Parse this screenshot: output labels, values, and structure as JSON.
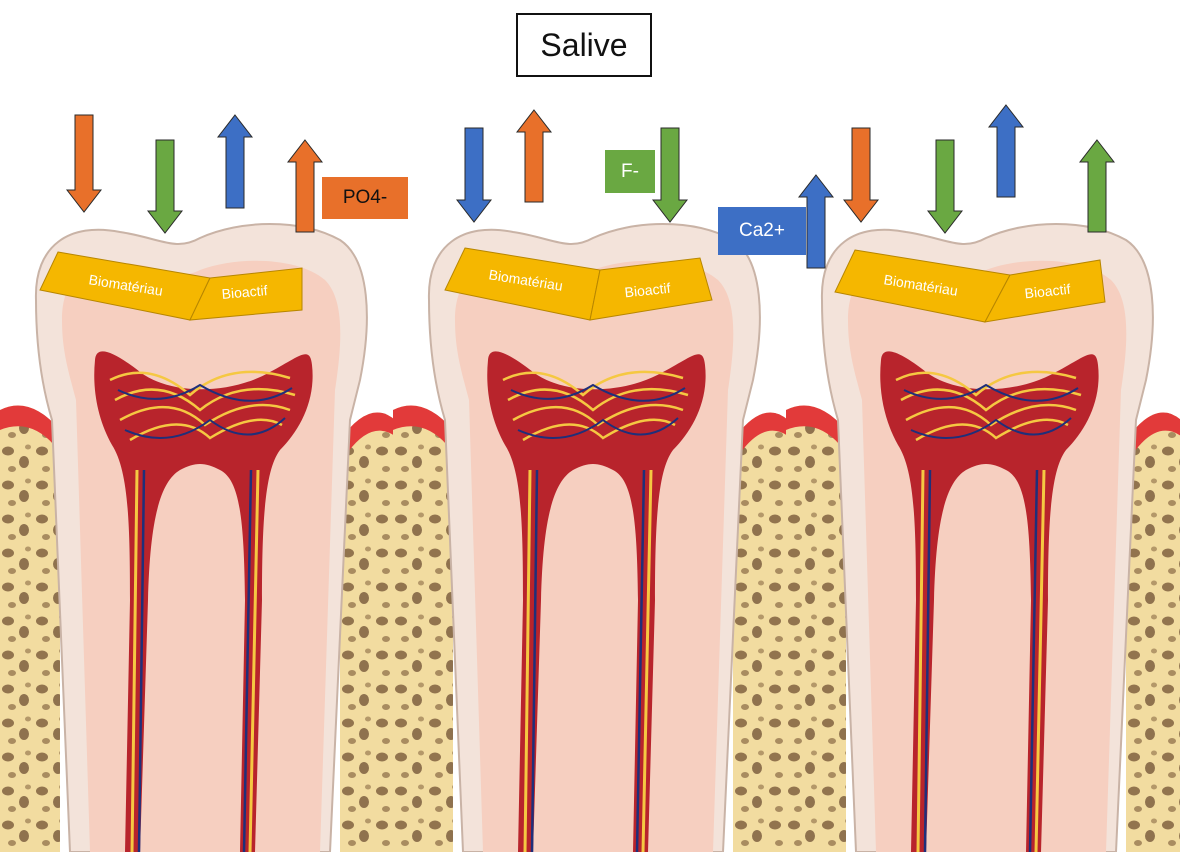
{
  "title": "Salive",
  "ions": {
    "po4": "PO4-",
    "fluoride": "F-",
    "calcium": "Ca2+"
  },
  "teeth": [
    {
      "material": "Biomatériau",
      "bioactive": "Bioactif"
    },
    {
      "material": "Biomatériau",
      "bioactive": "Bioactif"
    },
    {
      "material": "Biomatériau",
      "bioactive": "Bioactif"
    }
  ],
  "colors": {
    "phosphate": "#e8702a",
    "fluoride": "#6aa842",
    "calcium": "#3d6fc5",
    "label_fill": "#f5b700",
    "enamel": "#f3e3da",
    "dentin": "#f6cfc0",
    "pulp": "#b8242c",
    "gum": "#e23a3a",
    "bone": "#f2dca0"
  },
  "icons": {
    "orange": "arrow-phosphate-icon",
    "green": "arrow-fluoride-icon",
    "blue": "arrow-calcium-icon"
  }
}
